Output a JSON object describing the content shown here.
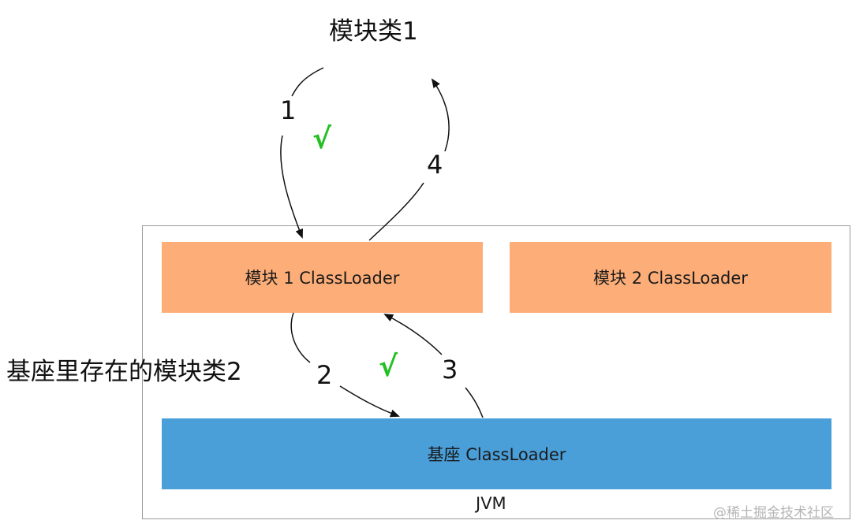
{
  "diagram": {
    "top_title": "模块类1",
    "left_label": "基座里存在的模块类2",
    "jvm_label": "JVM",
    "boxes": {
      "module1": "模块 1 ClassLoader",
      "module2": "模块 2 ClassLoader",
      "base": "基座 ClassLoader"
    },
    "steps": {
      "s1": "1",
      "s2": "2",
      "s3": "3",
      "s4": "4"
    },
    "checks": {
      "top": "√",
      "middle": "√"
    },
    "watermark": "@稀土掘金技术社区",
    "colors": {
      "module_box": "#fdae78",
      "base_box": "#4a9fd9",
      "check": "#22c022",
      "frame": "#9a9a9a"
    }
  }
}
